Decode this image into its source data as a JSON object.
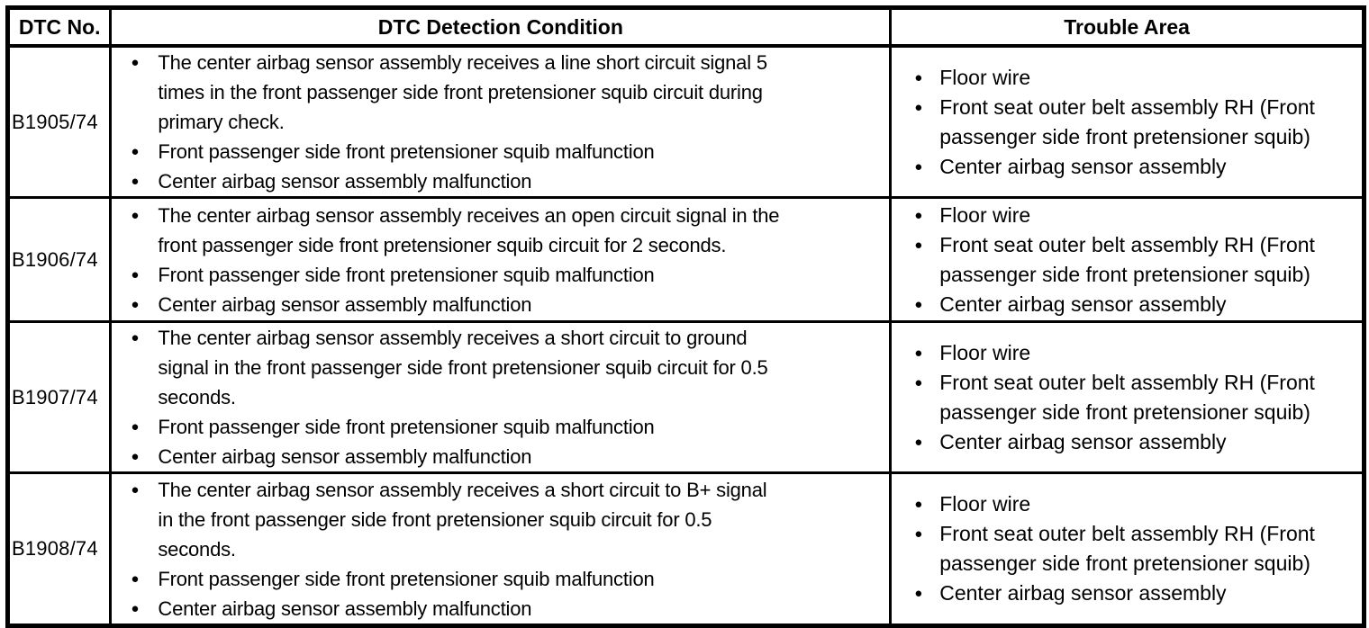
{
  "table": {
    "bullet_icon": "●",
    "headers": [
      "DTC No.",
      "DTC Detection Condition",
      "Trouble Area"
    ],
    "rows": [
      {
        "dtc_no": "B1905/74",
        "detection_conditions": [
          "The center airbag sensor assembly receives a line short circuit signal 5\ntimes in the front passenger side front pretensioner squib circuit during\nprimary check.",
          "Front passenger side front pretensioner squib malfunction",
          "Center airbag sensor assembly malfunction"
        ],
        "trouble_areas": [
          "Floor wire",
          "Front seat outer belt assembly RH (Front\npassenger side front pretensioner squib)",
          "Center airbag sensor assembly"
        ]
      },
      {
        "dtc_no": "B1906/74",
        "detection_conditions": [
          "The center airbag sensor assembly receives an open circuit signal in the\nfront passenger side front pretensioner squib circuit for 2 seconds.",
          "Front passenger side front pretensioner squib malfunction",
          "Center airbag sensor assembly malfunction"
        ],
        "trouble_areas": [
          "Floor wire",
          "Front seat outer belt assembly RH (Front\npassenger side front pretensioner squib)",
          "Center airbag sensor assembly"
        ]
      },
      {
        "dtc_no": "B1907/74",
        "detection_conditions": [
          "The center airbag sensor assembly receives a short circuit to ground\nsignal in the front passenger side front pretensioner squib circuit for 0.5\nseconds.",
          "Front passenger side front pretensioner squib malfunction",
          "Center airbag sensor assembly malfunction"
        ],
        "trouble_areas": [
          "Floor wire",
          "Front seat outer belt assembly RH (Front\npassenger side front pretensioner squib)",
          "Center airbag sensor assembly"
        ]
      },
      {
        "dtc_no": "B1908/74",
        "detection_conditions": [
          "The center airbag sensor assembly receives a short circuit to B+ signal\nin the front passenger side front pretensioner squib circuit for 0.5\nseconds.",
          "Front passenger side front pretensioner squib malfunction",
          "Center airbag sensor assembly malfunction"
        ],
        "trouble_areas": [
          "Floor wire",
          "Front seat outer belt assembly RH (Front\npassenger side front pretensioner squib)",
          "Center airbag sensor assembly"
        ]
      }
    ]
  }
}
